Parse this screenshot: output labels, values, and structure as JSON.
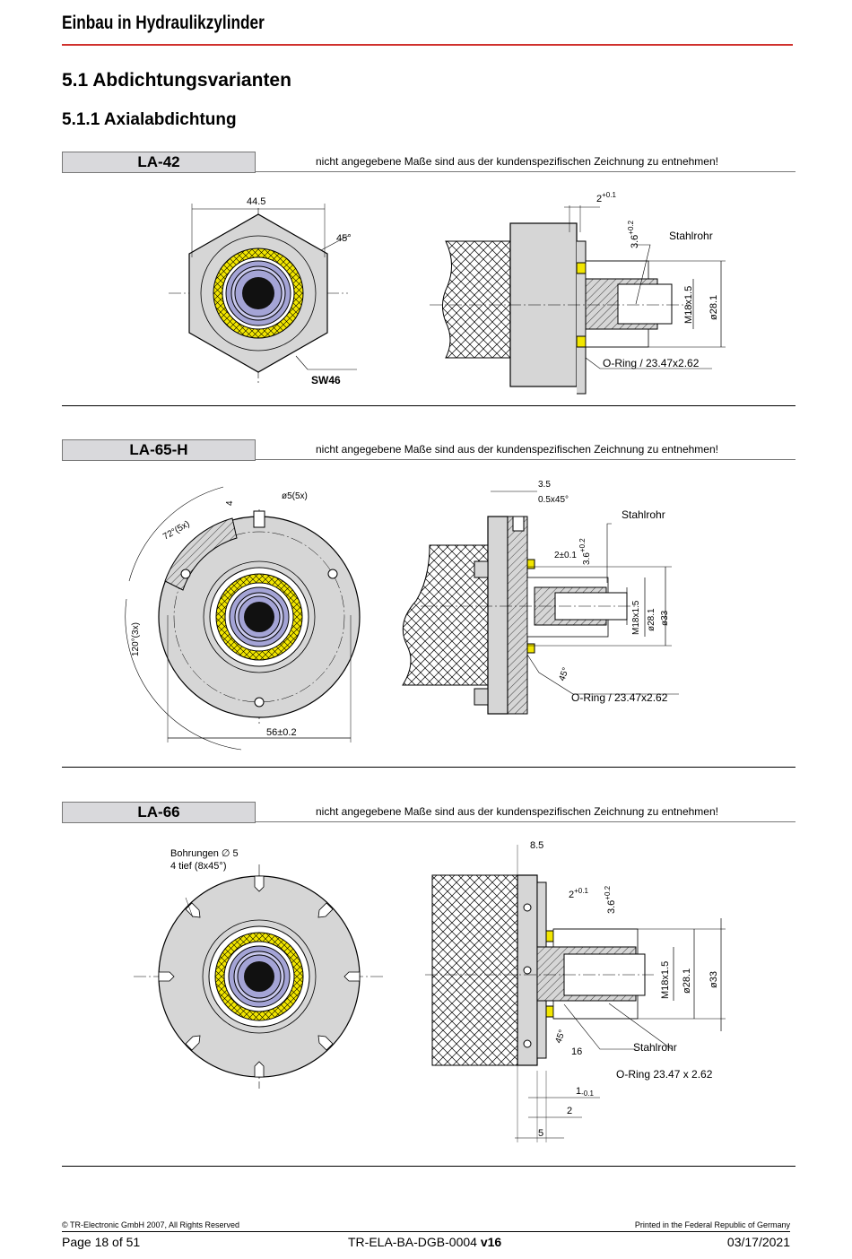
{
  "header": {
    "title": "Einbau in Hydraulikzylinder"
  },
  "section": {
    "title": "5.1 Abdichtungsvarianten",
    "subtitle": "5.1.1 Axialabdichtung"
  },
  "variants": [
    {
      "label": "LA-42",
      "note": "nicht angegebene Maße sind aus der kundenspezifischen Zeichnung zu entnehmen!",
      "dims": {
        "width": "44.5",
        "angle": "45°",
        "sw": "SW46",
        "groove": "2",
        "groove_tol": "+0.1",
        "depth": "3.6",
        "depth_tol": "+0.2",
        "tube": "Stahlrohr",
        "thread": "M18x1.5",
        "dia": "ø28.1",
        "oring": "O-Ring / 23.47x2.62"
      }
    },
    {
      "label": "LA-65-H",
      "note": "nicht angegebene Maße sind aus der kundenspezifischen Zeichnung zu entnehmen!",
      "dims": {
        "pitch": "72°(5x)",
        "four": "4",
        "hole": "ø5(5x)",
        "angle3": "120°(3x)",
        "diameter": "56±0.2",
        "d35": "3.5",
        "chamfer": "0.5x45°",
        "groove": "2±0.1",
        "depth": "3.6",
        "depth_tol": "+0.2",
        "tube": "Stahlrohr",
        "thread": "M18x1.5",
        "dia": "ø28.1",
        "dia2": "ø33",
        "ang": "45°",
        "oring": "O-Ring / 23.47x2.62"
      }
    },
    {
      "label": "LA-66",
      "note": "nicht angegebene Maße sind aus der kundenspezifischen Zeichnung zu entnehmen!",
      "dims": {
        "holes_line1": "Bohrungen ∅  5",
        "holes_line2": "4 tief (8x45°)",
        "d85": "8.5",
        "groove": "2",
        "groove_tol": "+0.1",
        "depth": "3.6",
        "depth_tol": "+0.2",
        "thread": "M18x1.5",
        "dia": "ø28.1",
        "dia2": "ø33",
        "ang": "45°",
        "sixteen": "16",
        "tube": "Stahlrohr",
        "oring": "O-Ring 23.47 x 2.62",
        "one": "1",
        "one_tol": "-0.1",
        "two": "2",
        "five": "5"
      }
    }
  ],
  "footer": {
    "copyright": "© TR-Electronic GmbH 2007, All Rights Reserved",
    "printed": "Printed in the Federal Republic of Germany",
    "page": "Page 18 of 51",
    "doc": "TR-ELA-BA-DGB-0004",
    "version": "v16",
    "date": "03/17/2021"
  }
}
